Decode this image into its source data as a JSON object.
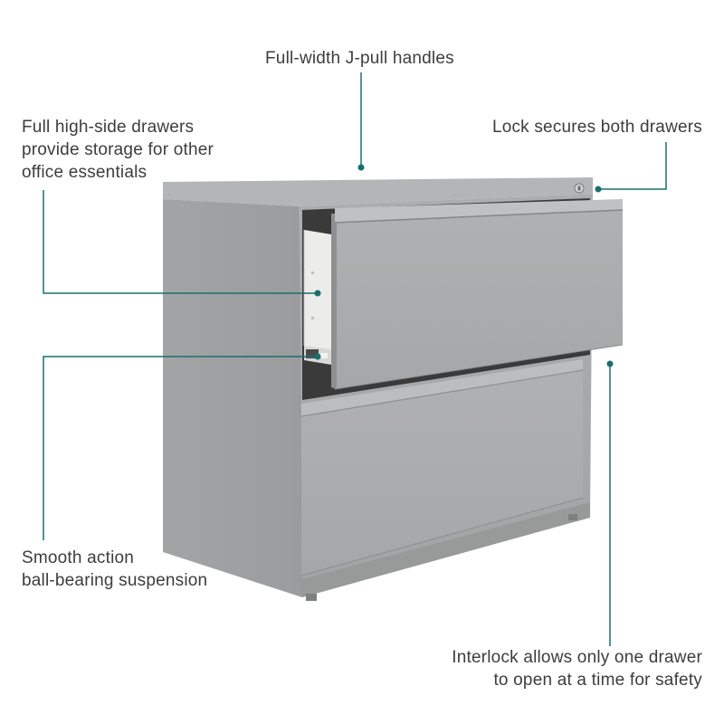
{
  "callouts": {
    "handles": {
      "line1": "Full-width J-pull handles"
    },
    "drawers": {
      "line1": "Full high-side drawers",
      "line2": "provide storage for other",
      "line3": "office essentials"
    },
    "lock": {
      "line1": "Lock secures both drawers"
    },
    "suspension": {
      "line1": "Smooth action",
      "line2": "ball-bearing suspension"
    },
    "interlock": {
      "line1": "Interlock allows only one drawer",
      "line2": "to open at a time for safety"
    }
  },
  "colors": {
    "callout_line": "#1b6f6f",
    "text": "#3d3d3d",
    "cabinet": "#a9aaab"
  }
}
